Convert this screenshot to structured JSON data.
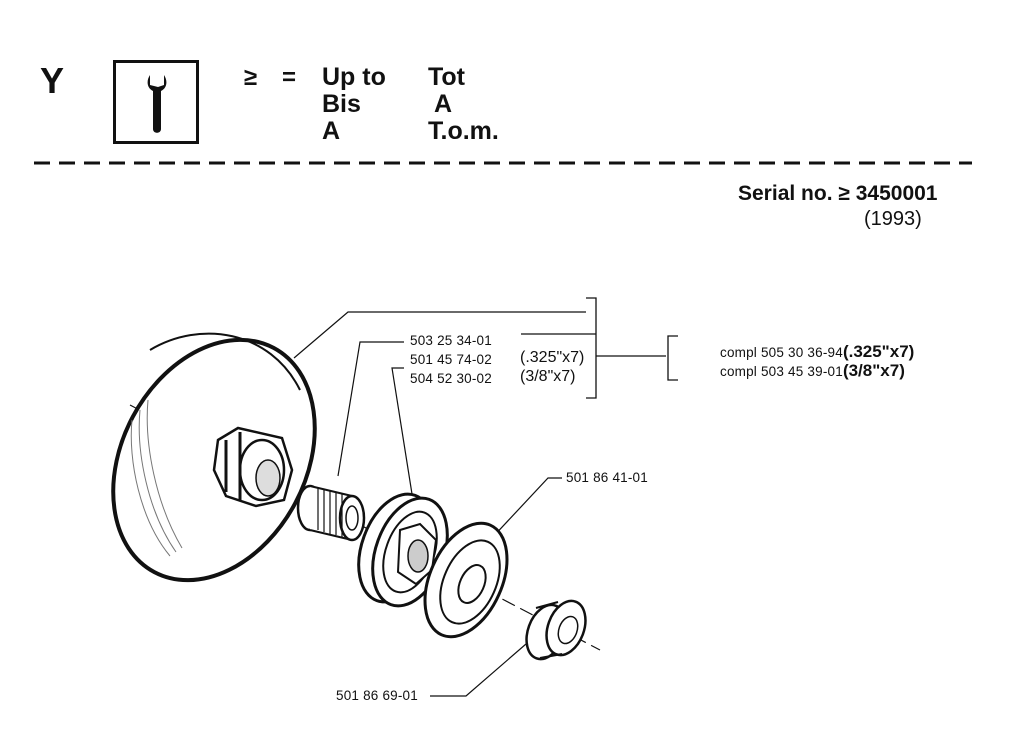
{
  "header": {
    "letter": "Y",
    "tool_icon": "wrench-icon",
    "geq_symbol": "≥",
    "eq_symbol": "=",
    "col1": [
      "Up to",
      "Bis",
      "A"
    ],
    "col2": [
      "Tot",
      "A",
      "T.o.m."
    ]
  },
  "serial": {
    "label": "Serial no. ≥ 3450001",
    "year": "(1993)"
  },
  "parts": {
    "p1": "503 25 34-01",
    "p2": "501 45 74-02",
    "p2_dim": "(.325\"x7)",
    "p3": "504 52 30-02",
    "p3_dim": "(3/8\"x7)",
    "compl1_prefix": "compl 505 30 36-94",
    "compl1_dim": "(.325\"x7)",
    "compl2_prefix": "compl 503 45 39-01",
    "compl2_dim": "(3/8\"x7)",
    "p4": "501 86 41-01",
    "p5": "501 86 69-01"
  }
}
